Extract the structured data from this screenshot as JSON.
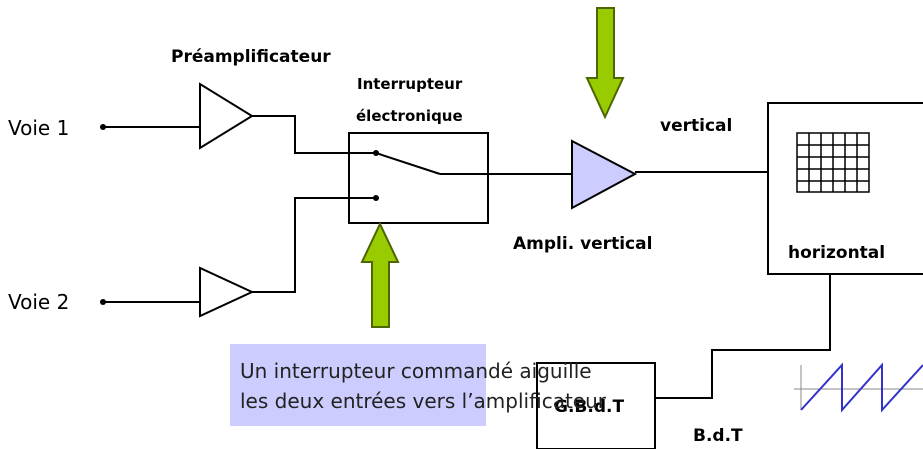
{
  "labels": {
    "preamp": "Préamplificateur",
    "switch_line1": "Interrupteur",
    "switch_line2": "électronique",
    "vertical_top": "vertical",
    "ampli_vertical": "Ampli. vertical",
    "horizontal": "horizontal",
    "voie1": "Voie 1",
    "voie2": "Voie 2",
    "gbdt": "G.B.d.T",
    "bdt": "B.d.T"
  },
  "note": {
    "line1": "Un interrupteur commandé aiguille",
    "line2": "les deux entrées vers l’amplificateur"
  },
  "colors": {
    "arrow_fill": "#99cc00",
    "amp_fill": "#ccccff",
    "ramp_stroke": "#3333cc",
    "note_bg": "#ccccff"
  }
}
